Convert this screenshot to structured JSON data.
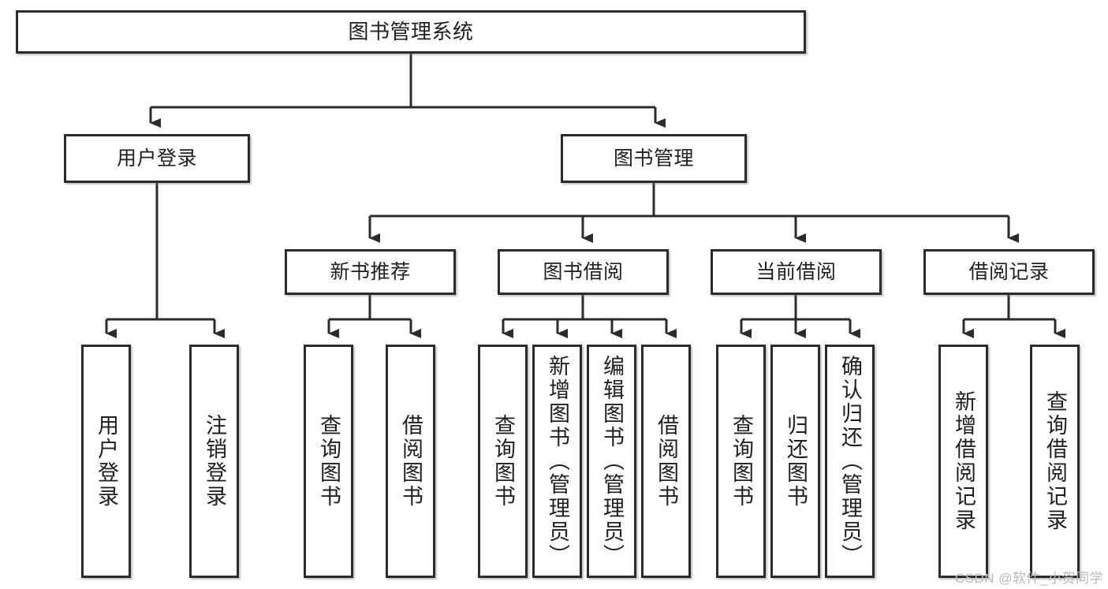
{
  "diagram": {
    "type": "tree-hierarchy",
    "title": "图书管理系统",
    "watermark": "CSDN @软件_小贺同学",
    "colors": {
      "node_border": "#2b2b2b",
      "node_fill": "#ffffff",
      "edge": "#2b2b2b",
      "text": "#1f1f1f",
      "watermark": "#b9b9b9"
    },
    "nodes": {
      "root": {
        "label": "图书管理系统"
      },
      "level2": [
        {
          "id": "user-login",
          "label": "用户登录"
        },
        {
          "id": "book-manage",
          "label": "图书管理"
        }
      ],
      "level3": [
        {
          "id": "new-book-recommend",
          "label": "新书推荐"
        },
        {
          "id": "book-borrow",
          "label": "图书借阅"
        },
        {
          "id": "current-borrow",
          "label": "当前借阅"
        },
        {
          "id": "borrow-record",
          "label": "借阅记录"
        }
      ],
      "leaves": {
        "user-login": [
          {
            "id": "leaf-user-login",
            "label": "用户登录"
          },
          {
            "id": "leaf-logout-login",
            "label": "注销登录"
          }
        ],
        "new-book-recommend": [
          {
            "id": "leaf-query-book-1",
            "label": "查询图书"
          },
          {
            "id": "leaf-borrow-book-1",
            "label": "借阅图书"
          }
        ],
        "book-borrow": [
          {
            "id": "leaf-query-book-2",
            "label": "查询图书"
          },
          {
            "id": "leaf-add-book",
            "label": "新增图书（管理员）"
          },
          {
            "id": "leaf-edit-book",
            "label": "编辑图书（管理员）"
          },
          {
            "id": "leaf-borrow-book-2",
            "label": "借阅图书"
          }
        ],
        "current-borrow": [
          {
            "id": "leaf-query-book-3",
            "label": "查询图书"
          },
          {
            "id": "leaf-return-book",
            "label": "归还图书"
          },
          {
            "id": "leaf-confirm-return",
            "label": "确认归还（管理员）"
          }
        ],
        "borrow-record": [
          {
            "id": "leaf-add-record",
            "label": "新增借阅记录"
          },
          {
            "id": "leaf-query-record",
            "label": "查询借阅记录"
          }
        ]
      }
    }
  }
}
